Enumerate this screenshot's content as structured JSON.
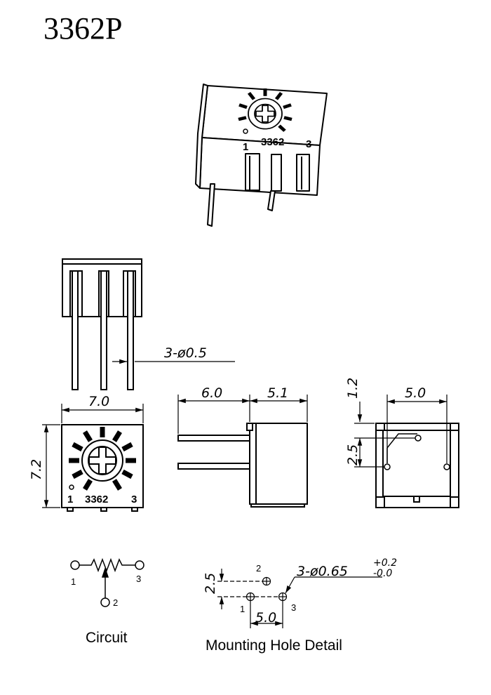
{
  "title": "3362P",
  "part_marking": "3362",
  "pin_labels": {
    "p1": "1",
    "p2": "2",
    "p3": "3"
  },
  "dimensions": {
    "pin_diameter": "3-ø0.5",
    "width": "7.0",
    "height": "7.2",
    "lead_length": "6.0",
    "body_depth": "5.1",
    "top_offset": "1.2",
    "pin_span": "5.0",
    "pin_row_offset": "2.5",
    "hole_diameter": "3-ø0.65",
    "hole_tol_plus": "+0.2",
    "hole_tol_minus": "-0.0",
    "hole_offset": "2.5",
    "hole_span": "5.0"
  },
  "captions": {
    "circuit": "Circuit",
    "mounting": "Mounting Hole Detail"
  }
}
